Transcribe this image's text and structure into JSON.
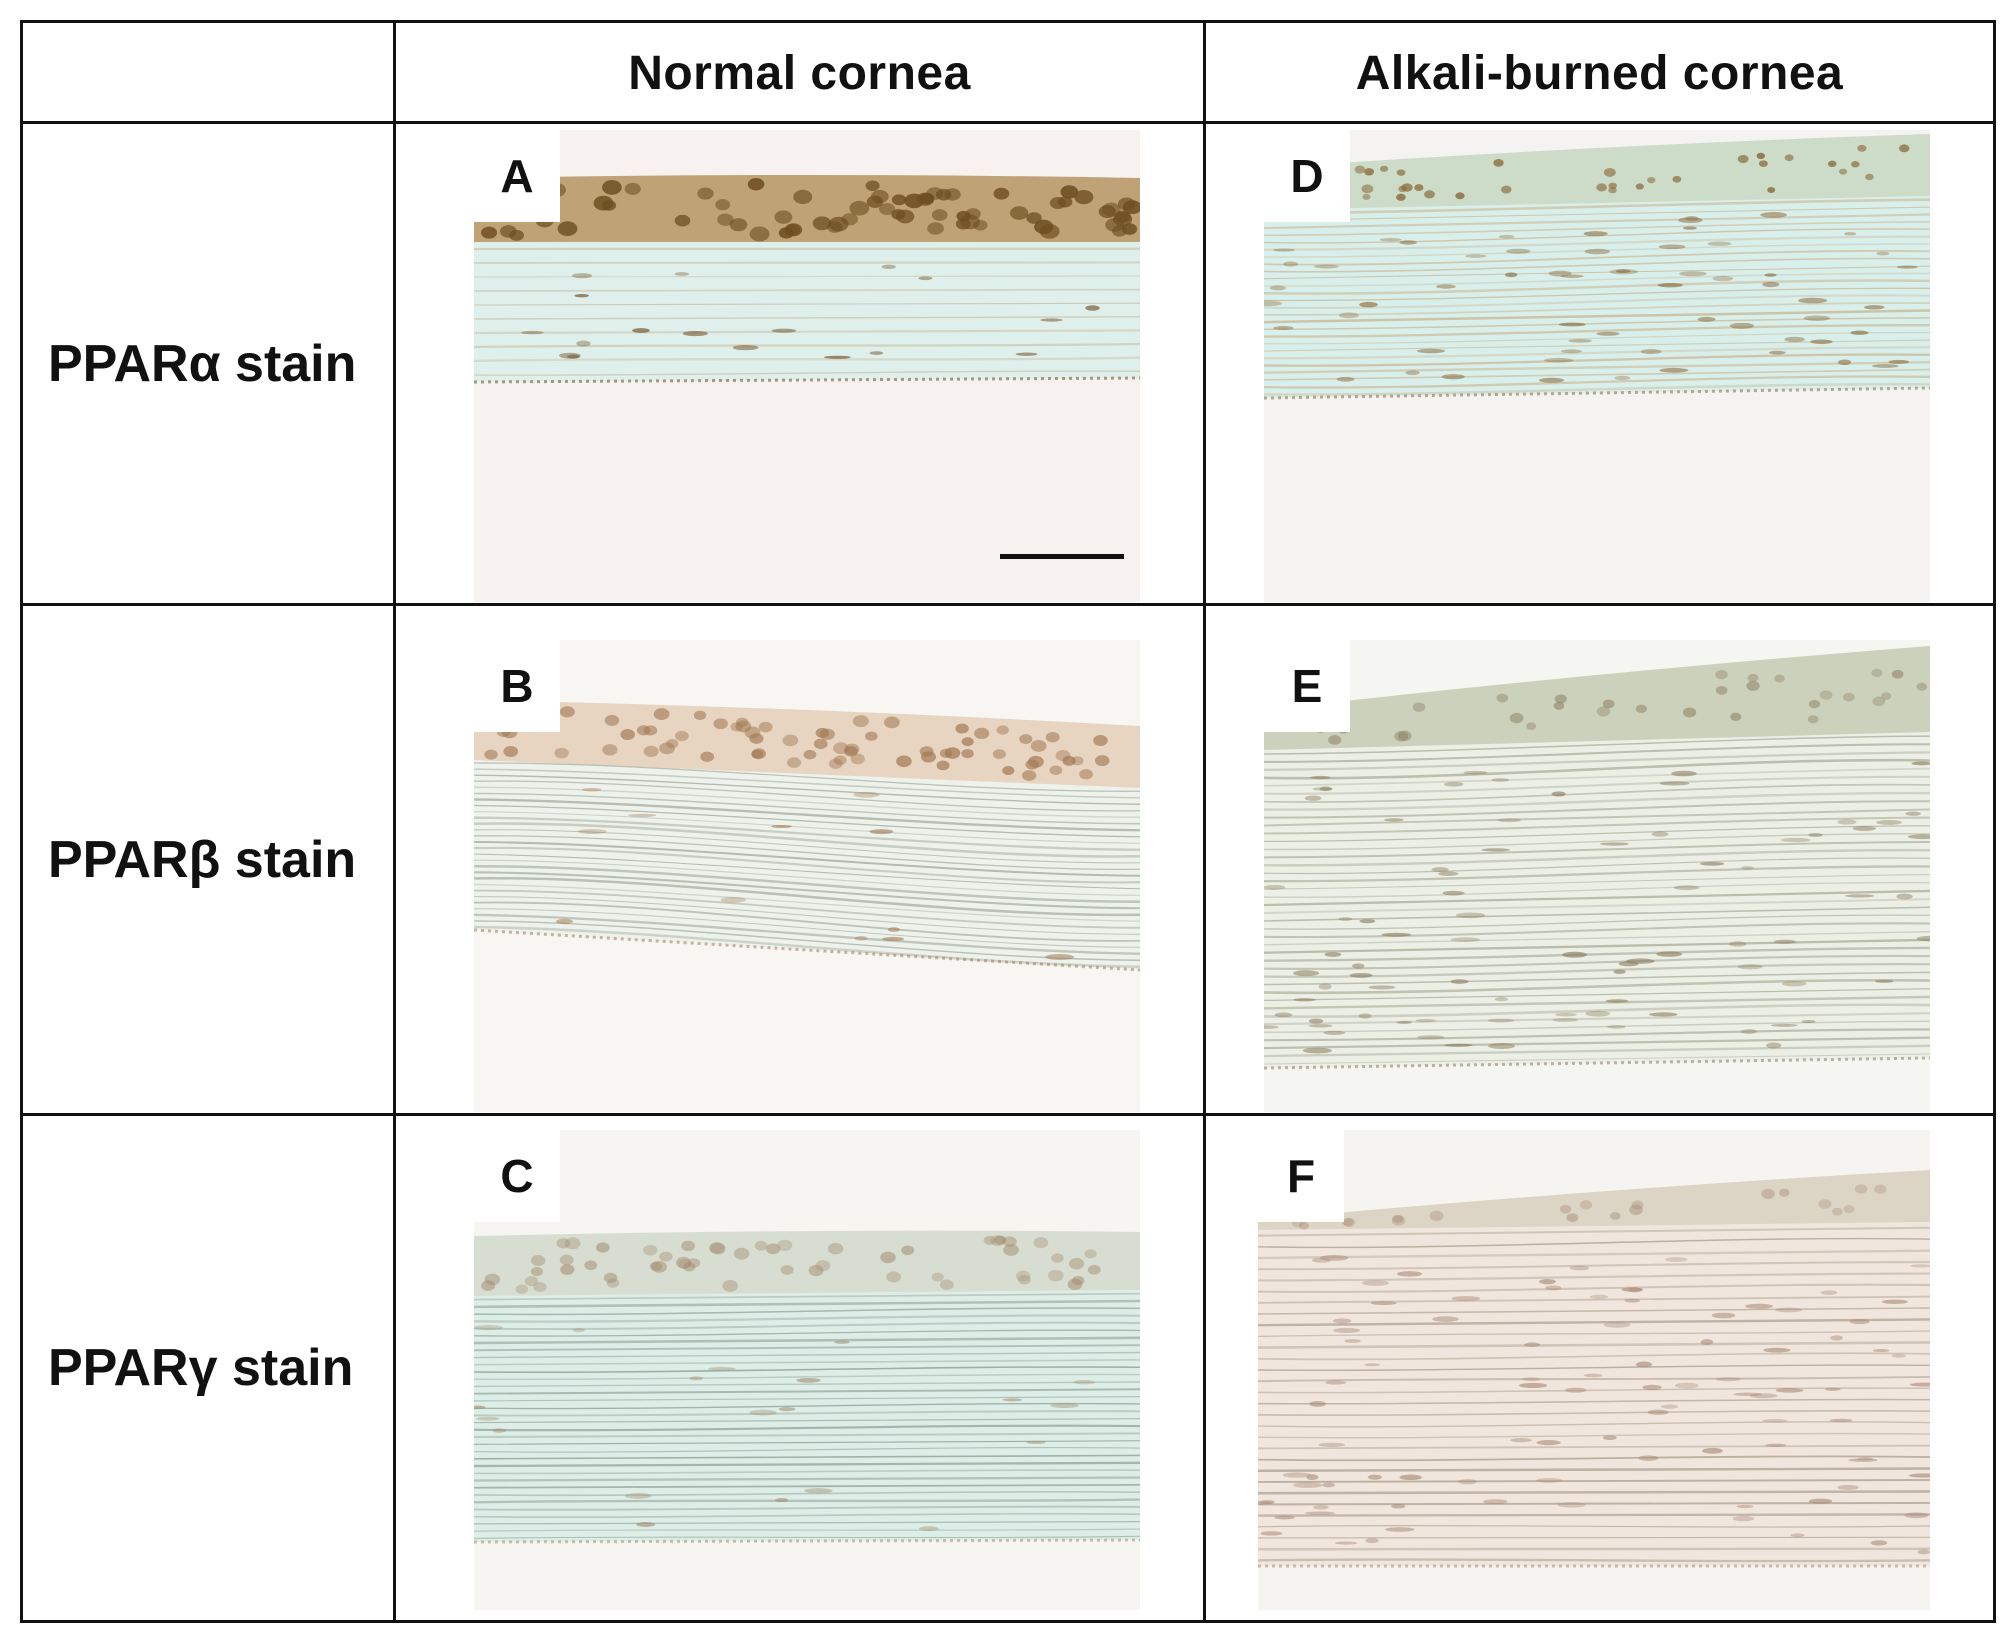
{
  "figure": {
    "column_headers": [
      "Normal cornea",
      "Alkali-burned cornea"
    ],
    "row_labels": [
      "PPARα stain",
      "PPARβ stain",
      "PPARγ stain"
    ],
    "panels": [
      {
        "letter": "A",
        "condition": "Normal cornea",
        "stain": "PPARα stain",
        "scale_bar": true,
        "colors": {
          "background": "#f7f2f0",
          "stroma": "#dff0ec",
          "epithelium": "#b89a68",
          "nuclei": "#6e4e22",
          "fiber": "#c8b89a"
        }
      },
      {
        "letter": "D",
        "condition": "Alkali-burned cornea",
        "stain": "PPARα stain",
        "scale_bar": false,
        "colors": {
          "background": "#f4f3f1",
          "stroma": "#d9efec",
          "epithelium": "#c9d8c4",
          "nuclei": "#8a6a3a",
          "fiber": "#c9b591"
        }
      },
      {
        "letter": "B",
        "condition": "Normal cornea",
        "stain": "PPARβ stain",
        "scale_bar": false,
        "colors": {
          "background": "#f7f6f3",
          "stroma": "#eef2ec",
          "epithelium": "#e4d2bd",
          "nuclei": "#a37a55",
          "fiber": "#9fa697"
        }
      },
      {
        "letter": "E",
        "condition": "Alkali-burned cornea",
        "stain": "PPARβ stain",
        "scale_bar": false,
        "colors": {
          "background": "#f5f5f1",
          "stroma": "#ecefe6",
          "epithelium": "#c7cdb5",
          "nuclei": "#8a7c5e",
          "fiber": "#a9ab96"
        }
      },
      {
        "letter": "C",
        "condition": "Normal cornea",
        "stain": "PPARγ stain",
        "scale_bar": false,
        "colors": {
          "background": "#f6f5f1",
          "stroma": "#dceee7",
          "epithelium": "#d4dccd",
          "nuclei": "#a68f74",
          "fiber": "#86978a"
        }
      },
      {
        "letter": "F",
        "condition": "Alkali-burned cornea",
        "stain": "PPARγ stain",
        "scale_bar": false,
        "colors": {
          "background": "#f6f4f0",
          "stroma": "#f1e6dd",
          "epithelium": "#d9d2c0",
          "nuclei": "#a88a78",
          "fiber": "#a79b8c"
        }
      }
    ]
  }
}
